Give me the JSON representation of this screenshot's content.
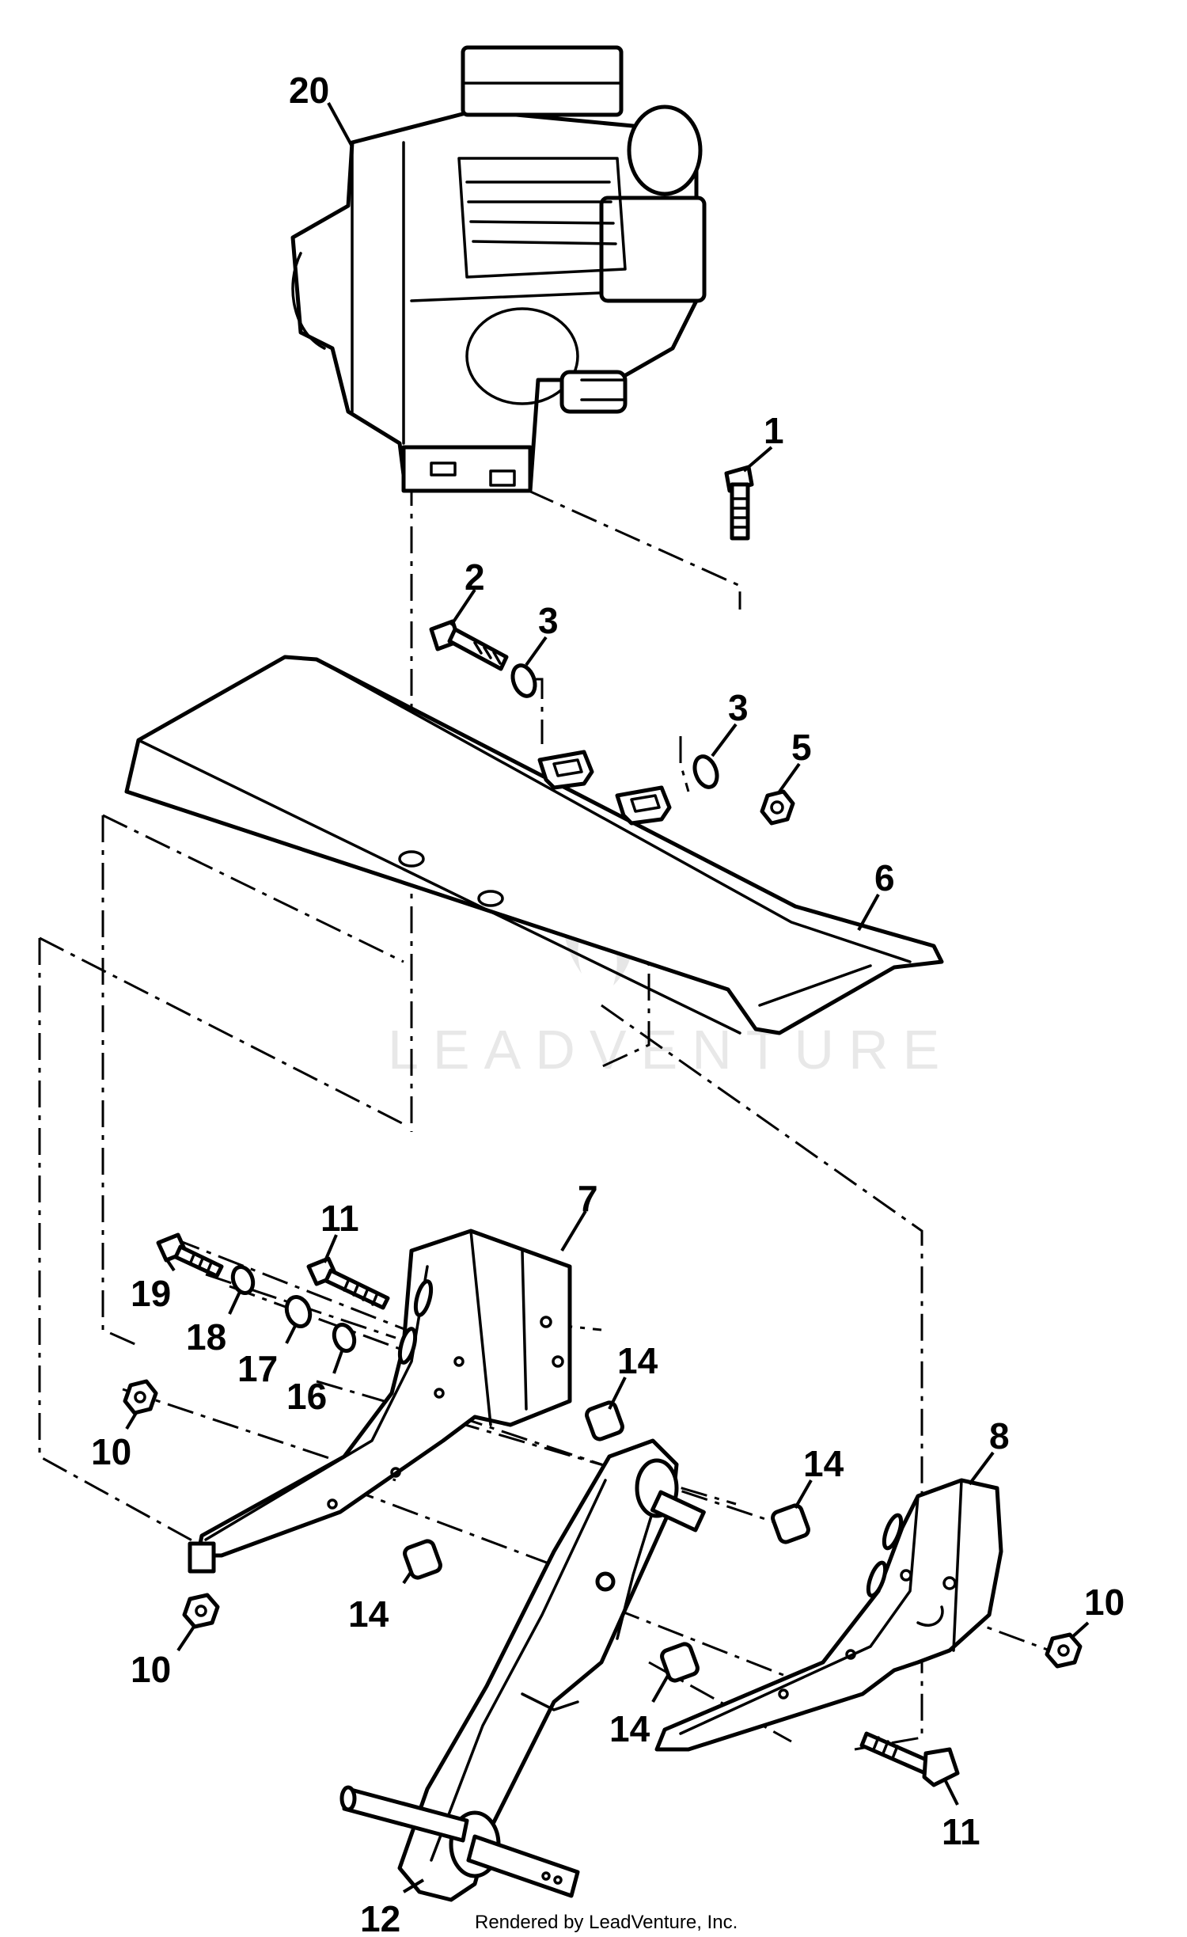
{
  "diagram": {
    "labels": {
      "engine": "20",
      "bolt_top": "1",
      "bolt_shield": "2",
      "washer_a": "3",
      "washer_b": "3",
      "nut_shield": "5",
      "shield": "6",
      "frame_left": "7",
      "frame_right": "8",
      "nut_left_upper": "10",
      "nut_left_lower": "10",
      "nut_right": "10",
      "bolt_left": "11",
      "bolt_right": "11",
      "chain_case": "12",
      "spacer_1": "14",
      "spacer_2": "14",
      "spacer_3": "14",
      "spacer_4": "14",
      "washer_16": "16",
      "washer_17": "17",
      "washer_18": "18",
      "bolt_19": "19"
    },
    "watermark": "LEADVENTURE",
    "footer": "Rendered by LeadVenture, Inc."
  }
}
